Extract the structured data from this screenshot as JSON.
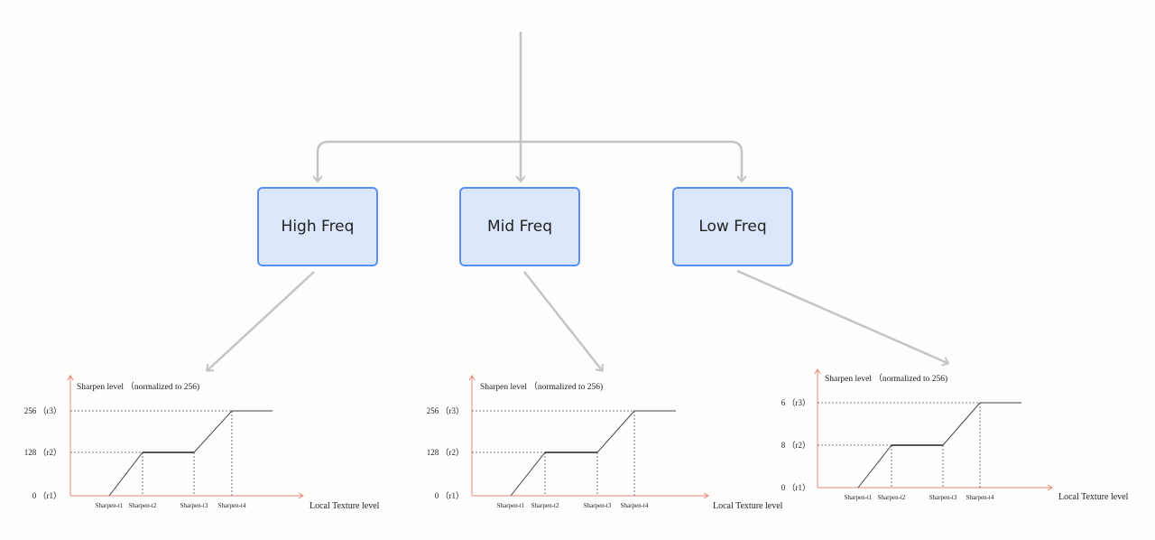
{
  "boxes": {
    "high": "High Freq",
    "mid": "Mid Freq",
    "low": "Low Freq"
  },
  "colors": {
    "box_fill": "#dbe6fb",
    "box_border": "#5b8ef0",
    "connector": "#c4c4c4",
    "axis": "#e8867e"
  },
  "chart_data": [
    {
      "type": "line",
      "ylabel": "Sharpen level （normalized to 256)",
      "xlabel": "Local Texture level",
      "y_ticks": [
        "0 （r1）",
        "128 （r2）",
        "256 （r3）"
      ],
      "x_ticks": [
        "Sharpen-t1",
        "Sharpen-t2",
        "Sharpen-t3",
        "Sharpen-t4"
      ],
      "x": [
        "Sharpen-t1",
        "Sharpen-t2",
        "Sharpen-t3",
        "Sharpen-t4"
      ],
      "values": [
        0,
        128,
        128,
        256
      ]
    },
    {
      "type": "line",
      "ylabel": "Sharpen level （normalized to 256)",
      "xlabel": "Local Texture level",
      "y_ticks": [
        "0 （r1）",
        "128 （r2）",
        "256 （r3）"
      ],
      "x_ticks": [
        "Sharpen-t1",
        "Sharpen-t2",
        "Sharpen-t3",
        "Sharpen-t4"
      ],
      "x": [
        "Sharpen-t1",
        "Sharpen-t2",
        "Sharpen-t3",
        "Sharpen-t4"
      ],
      "values": [
        0,
        128,
        128,
        256
      ]
    },
    {
      "type": "line",
      "ylabel": "Sharpen level （normalized to 256)",
      "xlabel": "Local Texture level",
      "y_ticks": [
        "0 （r1）",
        "8 （r2）",
        "6 （r3）"
      ],
      "x_ticks": [
        "Sharpen-t1",
        "Sharpen-t2",
        "Sharpen-t3",
        "Sharpen-t4"
      ],
      "x": [
        "Sharpen-t1",
        "Sharpen-t2",
        "Sharpen-t3",
        "Sharpen-t4"
      ],
      "values": [
        0,
        8,
        8,
        6
      ]
    }
  ]
}
